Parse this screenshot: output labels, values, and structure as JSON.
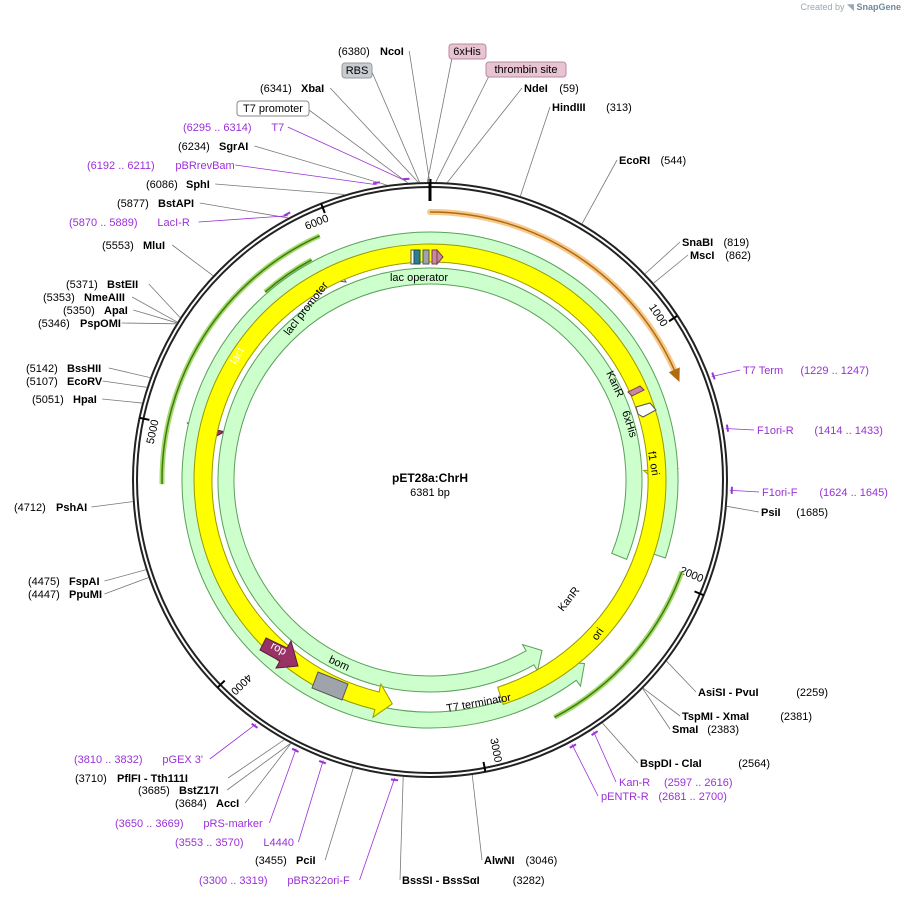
{
  "map": {
    "name": "pET28a:ChrH",
    "size_label": "6381 bp",
    "length": 6381
  },
  "credit": {
    "prefix": "Created by",
    "brand": "SnapGene"
  },
  "ticks": [
    {
      "pos": 1000,
      "label": "1000"
    },
    {
      "pos": 2000,
      "label": "2000"
    },
    {
      "pos": 3000,
      "label": "3000"
    },
    {
      "pos": 4000,
      "label": "4000"
    },
    {
      "pos": 5000,
      "label": "5000"
    },
    {
      "pos": 6000,
      "label": "6000"
    }
  ],
  "enzymes": [
    {
      "id": "ncoi",
      "num": "(6380)",
      "name": "NcoI",
      "side": "L"
    },
    {
      "id": "ndei",
      "num": "(59)",
      "name": "NdeI",
      "side": "R"
    },
    {
      "id": "hindiii",
      "num": "(313)",
      "name": "HindIII",
      "side": "R"
    },
    {
      "id": "ecori",
      "num": "(544)",
      "name": "EcoRI",
      "side": "R"
    },
    {
      "id": "snabi",
      "num": "(819)",
      "name": "SnaBI",
      "side": "R"
    },
    {
      "id": "msci",
      "num": "(862)",
      "name": "MscI",
      "side": "R"
    },
    {
      "id": "psii",
      "num": "(1685)",
      "name": "PsiI",
      "side": "R"
    },
    {
      "id": "asisi",
      "num": "(2259)",
      "name": "AsiSI  -  PvuI",
      "side": "R"
    },
    {
      "id": "tspmi",
      "num": "(2381)",
      "name": "TspMI  -  XmaI",
      "side": "R"
    },
    {
      "id": "smai",
      "num": "(2383)",
      "name": "SmaI",
      "side": "R"
    },
    {
      "id": "bspdi",
      "num": "(2564)",
      "name": "BspDI  -  ClaI",
      "side": "R"
    },
    {
      "id": "alwni",
      "num": "(3046)",
      "name": "AlwNI",
      "side": "R"
    },
    {
      "id": "bsssi",
      "num": "(3282)",
      "name": "BssSI  -  BssSαI",
      "side": "R"
    },
    {
      "id": "pcii",
      "num": "(3455)",
      "name": "PciI",
      "side": "L"
    },
    {
      "id": "acci",
      "num": "(3684)",
      "name": "AccI",
      "side": "L"
    },
    {
      "id": "bstz17i",
      "num": "(3685)",
      "name": "BstZ17I",
      "side": "L"
    },
    {
      "id": "pflfi",
      "num": "(3710)",
      "name": "PflFI  -  Tth111I",
      "side": "L"
    },
    {
      "id": "ppumi",
      "num": "(4447)",
      "name": "PpuMI",
      "side": "L"
    },
    {
      "id": "fspai",
      "num": "(4475)",
      "name": "FspAI",
      "side": "L"
    },
    {
      "id": "pshai",
      "num": "(4712)",
      "name": "PshAI",
      "side": "L"
    },
    {
      "id": "hpai",
      "num": "(5051)",
      "name": "HpaI",
      "side": "L"
    },
    {
      "id": "ecorv",
      "num": "(5107)",
      "name": "EcoRV",
      "side": "L"
    },
    {
      "id": "bsshii",
      "num": "(5142)",
      "name": "BssHII",
      "side": "L"
    },
    {
      "id": "pspomi",
      "num": "(5346)",
      "name": "PspOMI",
      "side": "L"
    },
    {
      "id": "apai",
      "num": "(5350)",
      "name": "ApaI",
      "side": "L"
    },
    {
      "id": "nmeaiii",
      "num": "(5353)",
      "name": "NmeAIII",
      "side": "L"
    },
    {
      "id": "bsteii",
      "num": "(5371)",
      "name": "BstEII",
      "side": "L"
    },
    {
      "id": "mlui",
      "num": "(5553)",
      "name": "MluI",
      "side": "L"
    },
    {
      "id": "bstapi",
      "num": "(5877)",
      "name": "BstAPI",
      "side": "L"
    },
    {
      "id": "sphi",
      "num": "(6086)",
      "name": "SphI",
      "side": "L"
    },
    {
      "id": "sgrai",
      "num": "(6234)",
      "name": "SgrAI",
      "side": "L"
    },
    {
      "id": "xbai",
      "num": "(6341)",
      "name": "XbaI",
      "side": "L"
    }
  ],
  "primers": [
    {
      "id": "t7",
      "name": "T7",
      "range": "(6295 .. 6314)",
      "side": "L"
    },
    {
      "id": "pbrrevbam",
      "name": "pBRrevBam",
      "range": "(6192 .. 6211)",
      "side": "L"
    },
    {
      "id": "laci-r",
      "name": "LacI-R",
      "range": "(5870 .. 5889)",
      "side": "L"
    },
    {
      "id": "t7term",
      "name": "T7 Term",
      "range": "(1229 .. 1247)",
      "side": "R"
    },
    {
      "id": "f1ori-r",
      "name": "F1ori-R",
      "range": "(1414 .. 1433)",
      "side": "R"
    },
    {
      "id": "f1ori-f",
      "name": "F1ori-F",
      "range": "(1624 .. 1645)",
      "side": "R"
    },
    {
      "id": "kan-r",
      "name": "Kan-R",
      "range": "(2597 .. 2616)",
      "side": "R"
    },
    {
      "id": "pentr-r",
      "name": "pENTR-R",
      "range": "(2681 .. 2700)",
      "side": "R"
    },
    {
      "id": "pbr322ori-f",
      "name": "pBR322ori-F",
      "range": "(3300 .. 3319)",
      "side": "L"
    },
    {
      "id": "l4440",
      "name": "L4440",
      "range": "(3553 .. 3570)",
      "side": "L"
    },
    {
      "id": "prs-marker",
      "name": "pRS-marker",
      "range": "(3650 .. 3669)",
      "side": "L"
    },
    {
      "id": "pgex3",
      "name": "pGEX 3'",
      "range": "(3810 .. 3832)",
      "side": "L"
    }
  ],
  "boxed_features": [
    {
      "id": "6xhis-box",
      "label": "6xHis",
      "color": "#e8c3d2"
    },
    {
      "id": "rbs-box",
      "label": "RBS",
      "color": "#c7ccd1"
    },
    {
      "id": "thrombin-box",
      "label": "thrombin site",
      "color": "#e8c3d2"
    },
    {
      "id": "t7promoter-box",
      "label": "T7 promoter",
      "color": "#ffffff"
    }
  ],
  "features": [
    {
      "id": "laci",
      "label": "lacI",
      "color": "#993366"
    },
    {
      "id": "laci-promoter",
      "label": "lacI promoter",
      "color": "#ffffff"
    },
    {
      "id": "lac-operator",
      "label": "lac operator",
      "color": "#2f7e8c"
    },
    {
      "id": "f1-ori",
      "label": "f1 ori",
      "color": "#ffff00"
    },
    {
      "id": "t7-terminator",
      "label": "T7 terminator",
      "color": "#ffffff"
    },
    {
      "id": "6xhis-c",
      "label": "6xHis",
      "color": "#c8889e"
    },
    {
      "id": "kanr-1",
      "label": "KanR",
      "color": "#ccffcc"
    },
    {
      "id": "kanr-2",
      "label": "KanR",
      "color": "#ccffcc"
    },
    {
      "id": "ori",
      "label": "ori",
      "color": "#ffff00"
    },
    {
      "id": "rop",
      "label": "rop",
      "color": "#993366"
    },
    {
      "id": "bom",
      "label": "bom",
      "color": "#9fa4ab"
    }
  ],
  "colors": {
    "backbone": "#222222",
    "primer": "#9b30d9",
    "orf_highlight": "#f6c98a",
    "green_highlight": "#a6d96a"
  }
}
